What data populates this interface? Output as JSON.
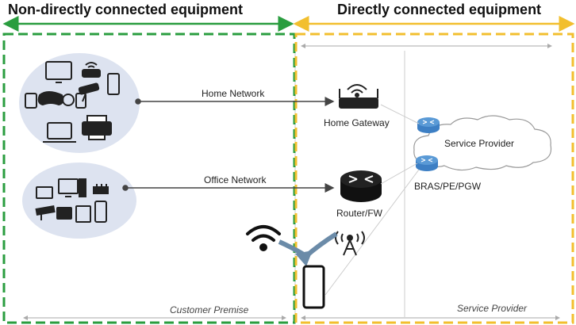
{
  "headers": {
    "left": "Non-directly connected equipment",
    "right": "Directly connected equipment"
  },
  "links": {
    "home_network": "Home Network",
    "office_network": "Office Network"
  },
  "nodes": {
    "home_gateway": "Home Gateway",
    "router_fw": "Router/FW",
    "service_provider_cloud": "Service Provider",
    "bras": "BRAS/PE/PGW"
  },
  "zones": {
    "customer_premise": "Customer Premise",
    "service_provider": "Service Provider"
  },
  "colors": {
    "green": "#2a9d3f",
    "yellow": "#f2bf2e",
    "blue_device": "#3d7fc4"
  }
}
